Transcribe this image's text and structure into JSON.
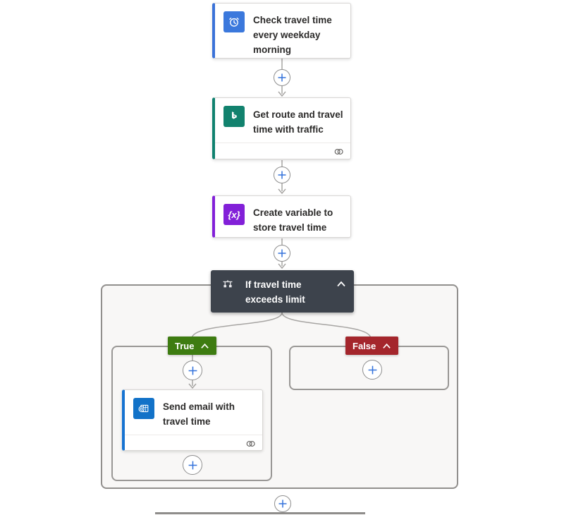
{
  "flow": {
    "trigger": {
      "title": "Check travel time every weekday morning",
      "icon": "recurrence-clock",
      "accent_color": "#3a72d8",
      "icon_bg": "#3b78dc"
    },
    "get_route": {
      "title": "Get route and travel time with traffic",
      "icon": "bing-maps",
      "accent_color": "#0f816f",
      "icon_bg": "#12826e"
    },
    "create_variable": {
      "title": "Create variable to store travel time",
      "icon": "variable",
      "icon_glyph": "{x}",
      "accent_color": "#8220d8",
      "icon_bg": "#8220d8"
    },
    "condition": {
      "title": "If travel time exceeds limit",
      "icon": "condition-branch",
      "bg_color": "#3d434c"
    },
    "send_email": {
      "title": "Send email with travel time",
      "icon": "outlook",
      "accent_color": "#1673d1",
      "icon_bg": "#1272c8"
    },
    "branch_true": {
      "label": "True",
      "color": "#3e7c11"
    },
    "branch_false": {
      "label": "False",
      "color": "#a4262c"
    }
  },
  "ui": {
    "plus_color": "#3372dc",
    "line_color": "#a7a5a3",
    "cropped_edge_color": "#8f8d8b"
  }
}
